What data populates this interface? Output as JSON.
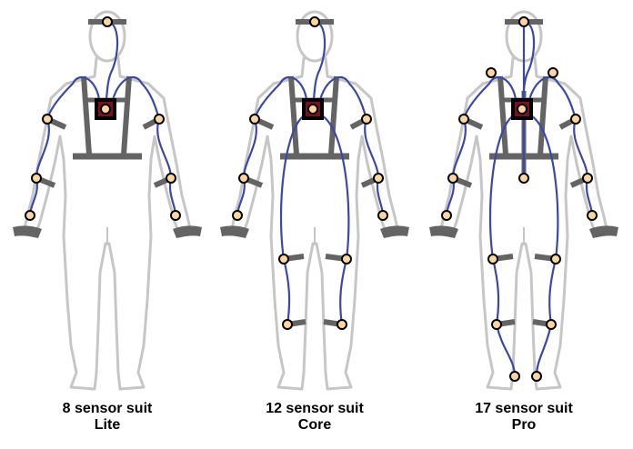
{
  "suits": [
    {
      "title": "8 sensor suit",
      "name": "Lite",
      "sensors": [
        "head",
        "sternum",
        "upper-arm-left",
        "upper-arm-right",
        "forearm-left",
        "forearm-right",
        "hand-left",
        "hand-right"
      ]
    },
    {
      "title": "12 sensor suit",
      "name": "Core",
      "sensors": [
        "head",
        "sternum",
        "upper-arm-left",
        "upper-arm-right",
        "forearm-left",
        "forearm-right",
        "hand-left",
        "hand-right",
        "thigh-left",
        "thigh-right",
        "shin-left",
        "shin-right"
      ]
    },
    {
      "title": "17 sensor suit",
      "name": "Pro",
      "sensors": [
        "head",
        "sternum",
        "shoulder-left",
        "shoulder-right",
        "upper-arm-left",
        "upper-arm-right",
        "forearm-left",
        "forearm-right",
        "hand-left",
        "hand-right",
        "pelvis",
        "thigh-left",
        "thigh-right",
        "shin-left",
        "shin-right",
        "foot-left",
        "foot-right"
      ]
    }
  ],
  "colors": {
    "body": "#c6c6c6",
    "strap": "#646464",
    "wire": "#3b48a6",
    "sensor": "#fcd5a0",
    "hub": "#7a1020"
  }
}
